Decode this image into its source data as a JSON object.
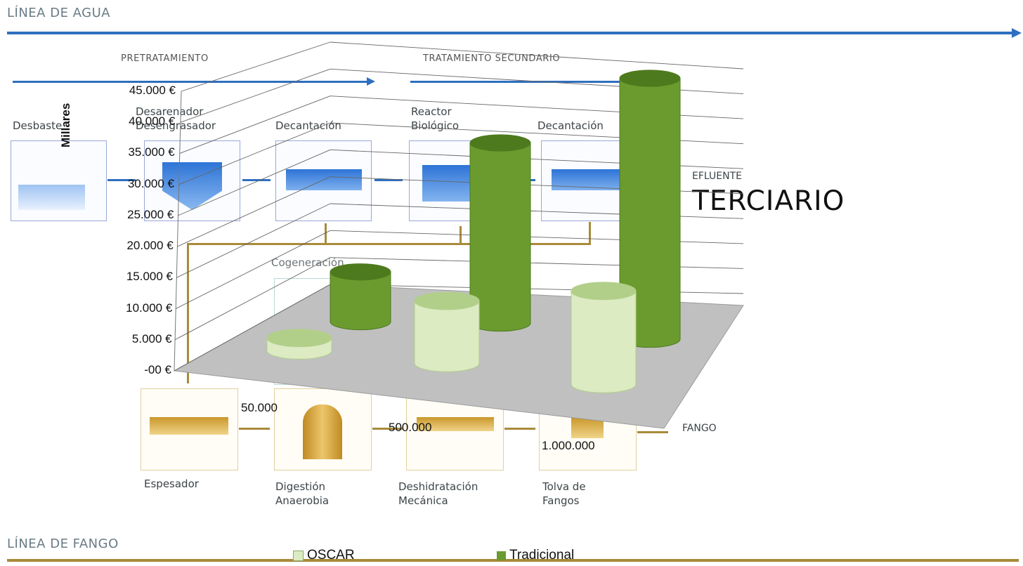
{
  "diagram": {
    "linea_agua": "LÍNEA DE AGUA",
    "linea_fango": "LÍNEA DE FANGO",
    "pretratamiento": "PRETRATAMIENTO",
    "tratamiento_secundario": "TRATAMIENTO SECUNDARIO",
    "desbaste": "Desbaste",
    "desarenador_1": "Desarenador",
    "desarenador_2": "Desengrasador",
    "decantacion_1": "Decantación",
    "reactor_1": "Reactor",
    "reactor_2": "Biológico",
    "decantacion_2": "Decantación",
    "efluente": "EFLUENTE",
    "terciario": "TERCIARIO",
    "cogeneracion": "Cogeneración",
    "espesador": "Espesador",
    "digestion_1": "Digestión",
    "digestion_2": "Anaerobia",
    "deshidratacion_1": "Deshidratación",
    "deshidratacion_2": "Mecánica",
    "tolva_1": "Tolva de",
    "tolva_2": "Fangos",
    "fango": "FANGO"
  },
  "colors": {
    "tradicional": "#6b9b2e",
    "oscar": "#dcebc2",
    "water_line": "#2e6fc0",
    "sludge_line": "#a88a3a"
  },
  "chart_data": {
    "type": "bar",
    "style": "3d-cylinder",
    "categories": [
      "50.000",
      "500.000",
      "1.000.000"
    ],
    "series": [
      {
        "name": "OSCAR",
        "values": [
          2000,
          10000,
          15000
        ]
      },
      {
        "name": "Tradicional",
        "values": [
          8000,
          29000,
          42000
        ]
      }
    ],
    "ylabel": "Millares",
    "ylim": [
      0,
      45000
    ],
    "ytick_labels": [
      "-00 €",
      "5.000 €",
      "10.000 €",
      "15.000 €",
      "20.000 €",
      "25.000 €",
      "30.000 €",
      "35.000 €",
      "40.000 €",
      "45.000 €"
    ],
    "grid": true,
    "legend": "bottom"
  }
}
